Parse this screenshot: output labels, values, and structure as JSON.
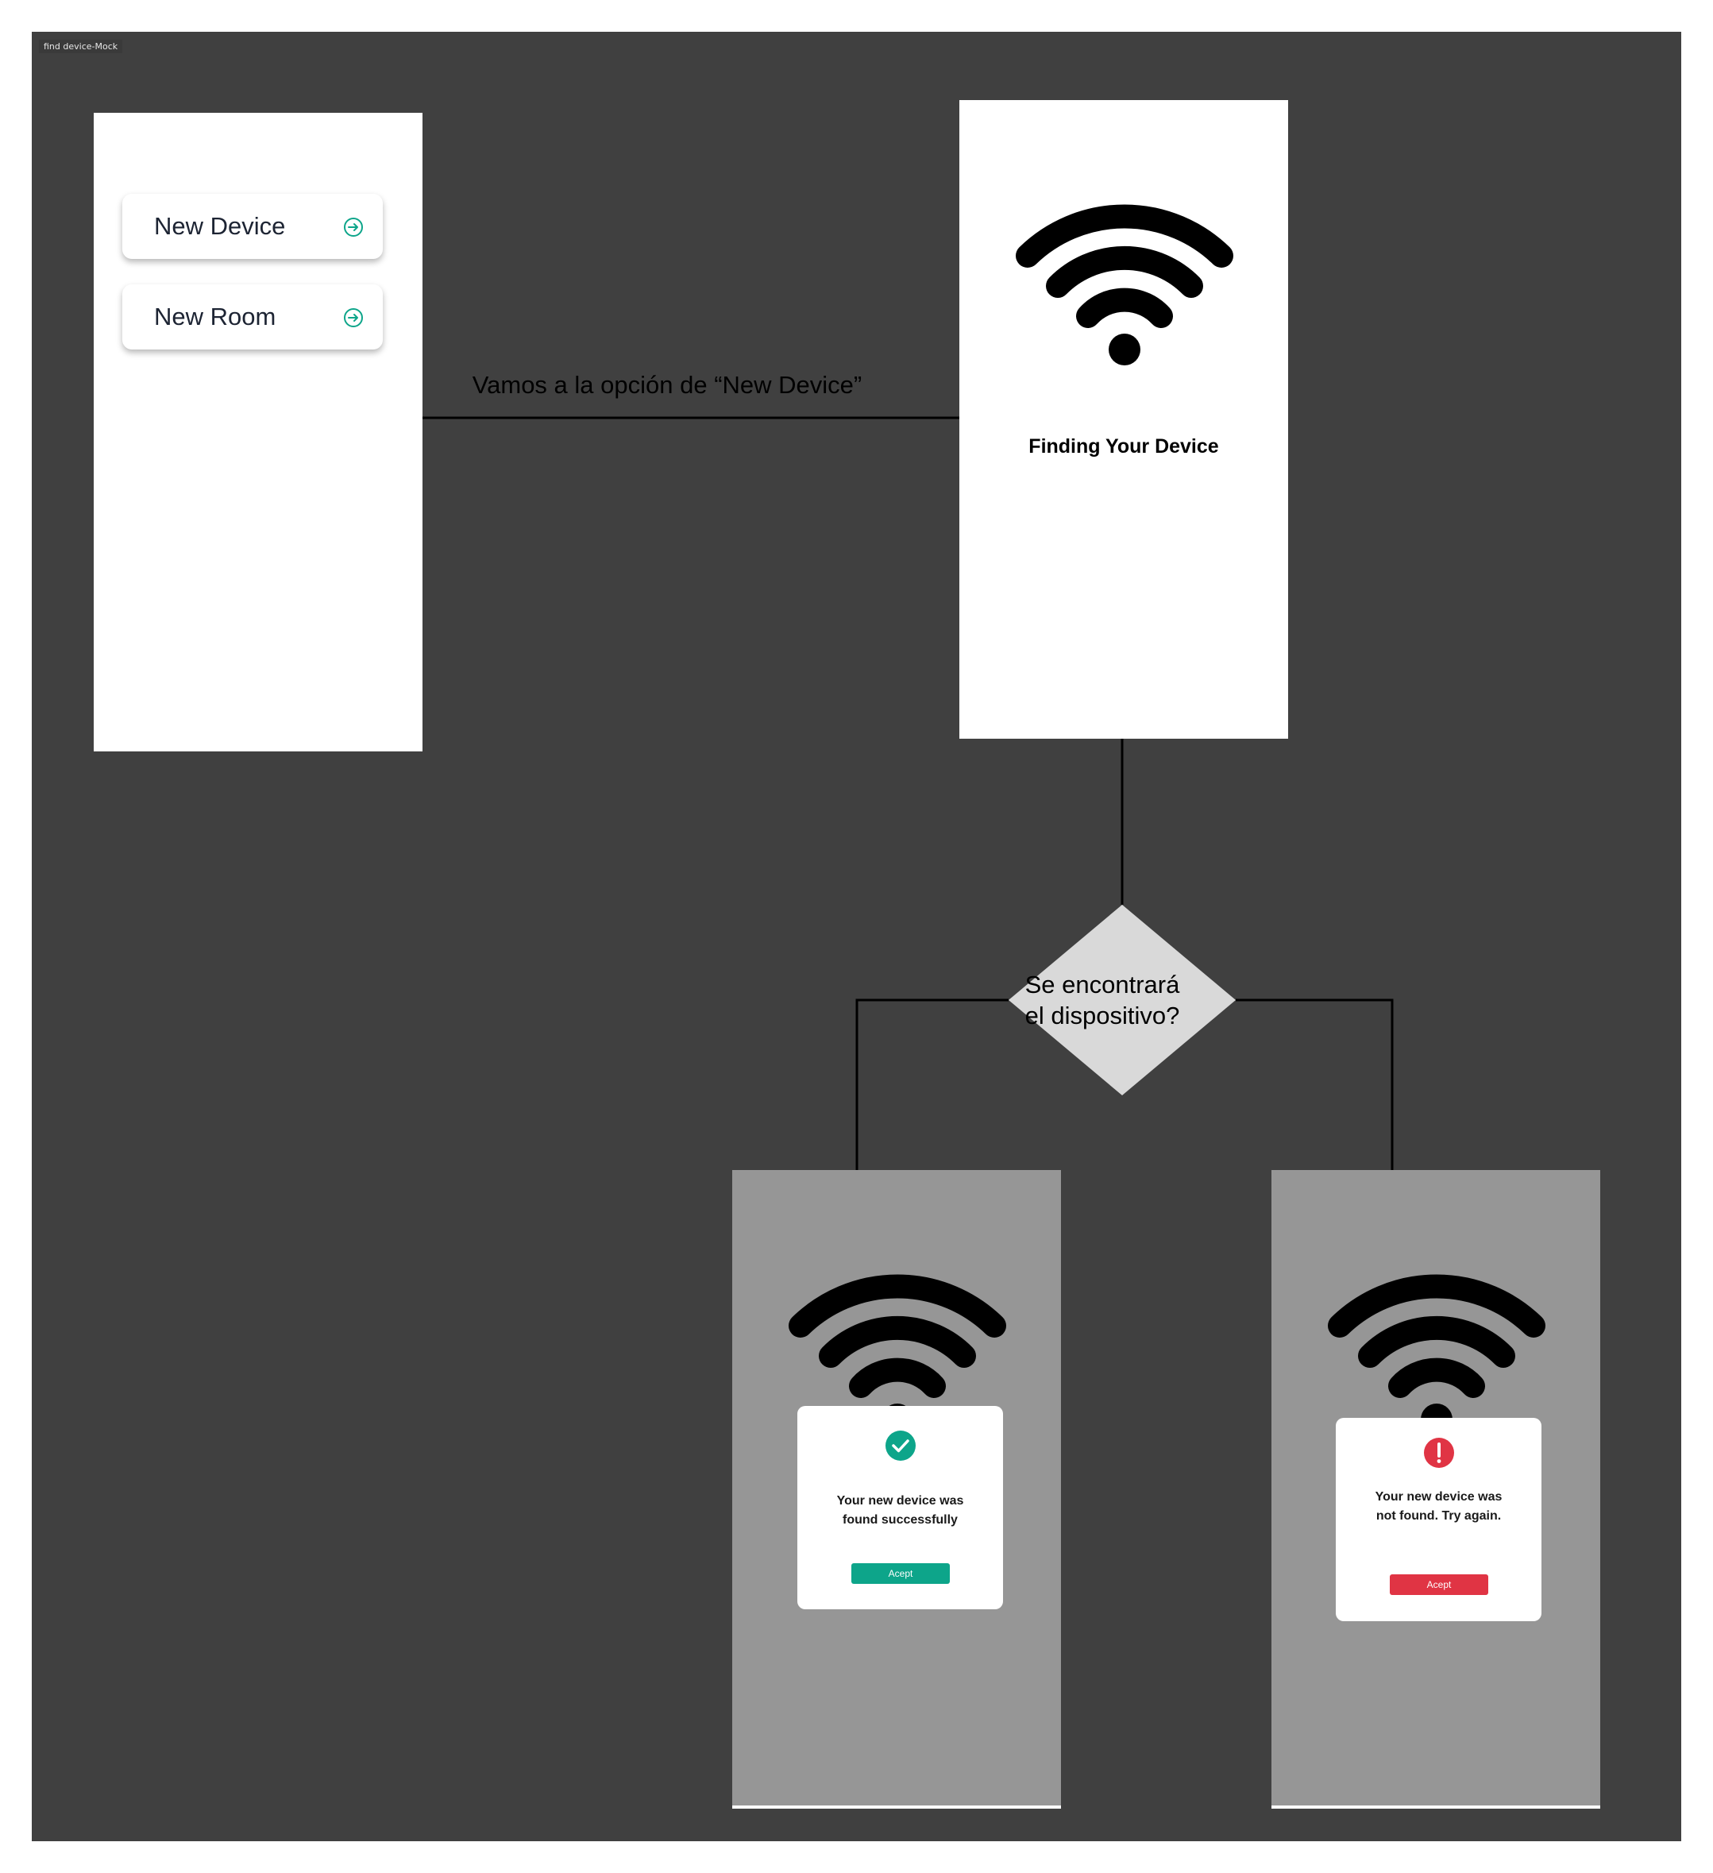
{
  "frame": {
    "label": "find device-Mock"
  },
  "menu": {
    "items": [
      {
        "label": "New Device"
      },
      {
        "label": "New Room"
      }
    ],
    "accent": "#0da58a"
  },
  "finding": {
    "title": "Finding Your Device"
  },
  "connector": {
    "label": "Vamos a la opción de “New Device”"
  },
  "decision": {
    "line1": "Se encontrará",
    "line2": "el dispositivo?",
    "fill": "#d9d9d9"
  },
  "success": {
    "message_line1": "Your new device was",
    "message_line2": "found successfully",
    "button": "Acept",
    "color": "#0da58a",
    "icon": "check-circle-icon"
  },
  "failure": {
    "message_line1": "Your new device was",
    "message_line2": "not found. Try again.",
    "button": "Acept",
    "color": "#e03444",
    "icon": "exclamation-circle-icon"
  }
}
